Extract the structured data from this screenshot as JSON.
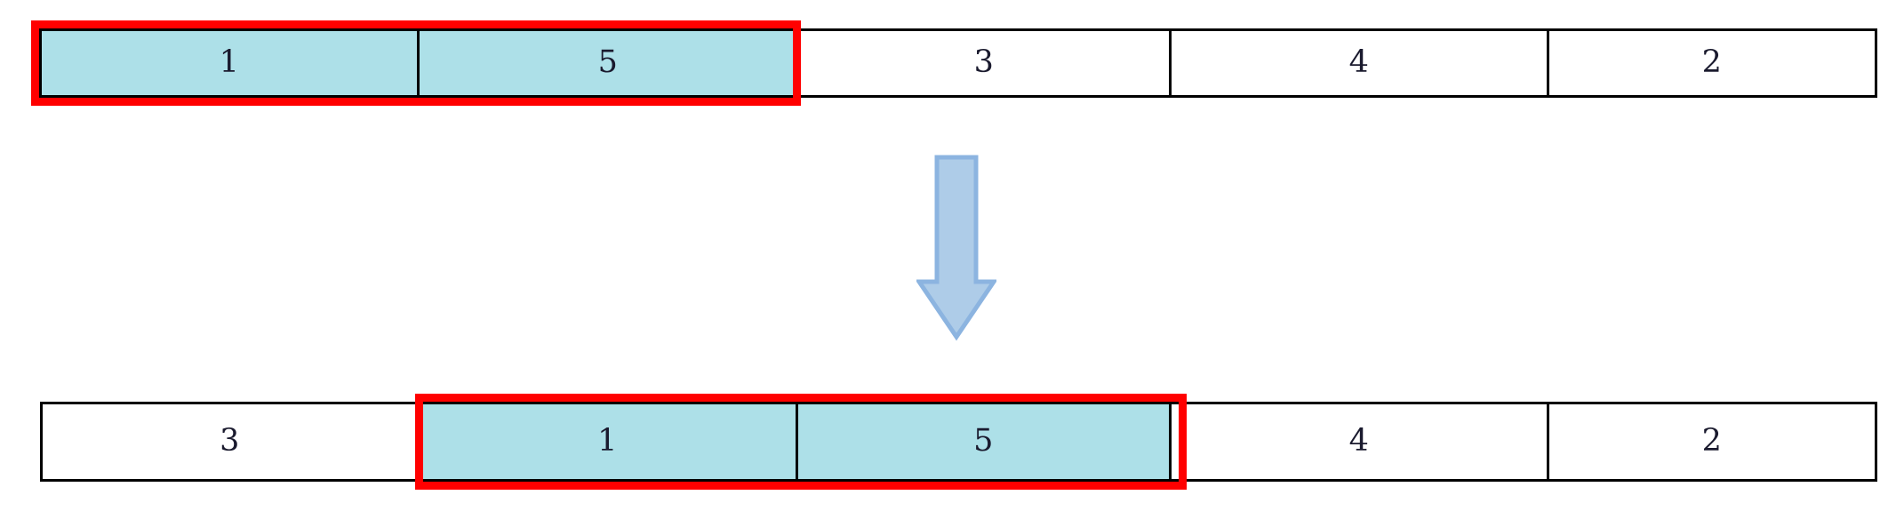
{
  "figure": {
    "type": "array-swap-illustration",
    "colors": {
      "cell_border": "#000000",
      "highlight_fill": "#ade0e8",
      "selection_border": "#ff0000",
      "arrow_fill": "#aecce8",
      "arrow_stroke": "#7fa9d8",
      "background": "#ffffff",
      "text": "#1a1a2e"
    },
    "arrow": {
      "icon": "arrow-down-icon",
      "direction": "down"
    },
    "rows": [
      {
        "id": "before",
        "cells": [
          {
            "value": "1",
            "highlighted": true,
            "selected": true
          },
          {
            "value": "5",
            "highlighted": true,
            "selected": true
          },
          {
            "value": "3",
            "highlighted": false,
            "selected": false
          },
          {
            "value": "4",
            "highlighted": false,
            "selected": false
          },
          {
            "value": "2",
            "highlighted": false,
            "selected": false
          }
        ],
        "selection": {
          "start_index": 0,
          "end_index": 1
        }
      },
      {
        "id": "after",
        "cells": [
          {
            "value": "3",
            "highlighted": false,
            "selected": false
          },
          {
            "value": "1",
            "highlighted": true,
            "selected": true
          },
          {
            "value": "5",
            "highlighted": true,
            "selected": true
          },
          {
            "value": "4",
            "highlighted": false,
            "selected": false
          },
          {
            "value": "2",
            "highlighted": false,
            "selected": false
          }
        ],
        "selection": {
          "start_index": 1,
          "end_index": 2
        }
      }
    ]
  }
}
